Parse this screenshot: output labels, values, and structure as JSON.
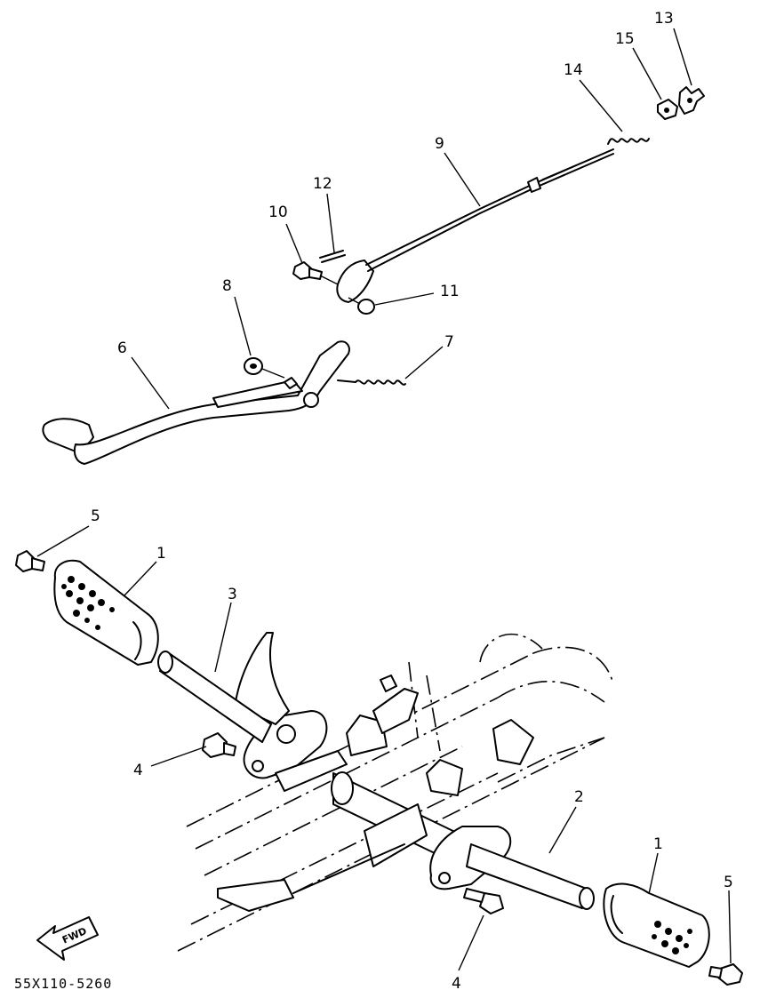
{
  "diagram": {
    "callouts": [
      {
        "id": "c13",
        "label": "13"
      },
      {
        "id": "c15",
        "label": "15"
      },
      {
        "id": "c14",
        "label": "14"
      },
      {
        "id": "c9",
        "label": "9"
      },
      {
        "id": "c12",
        "label": "12"
      },
      {
        "id": "c10",
        "label": "10"
      },
      {
        "id": "c11",
        "label": "11"
      },
      {
        "id": "c8",
        "label": "8"
      },
      {
        "id": "c6",
        "label": "6"
      },
      {
        "id": "c7",
        "label": "7"
      },
      {
        "id": "c5a",
        "label": "5"
      },
      {
        "id": "c1a",
        "label": "1"
      },
      {
        "id": "c3",
        "label": "3"
      },
      {
        "id": "c4a",
        "label": "4"
      },
      {
        "id": "c2",
        "label": "2"
      },
      {
        "id": "c1b",
        "label": "1"
      },
      {
        "id": "c5b",
        "label": "5"
      },
      {
        "id": "c4b",
        "label": "4"
      }
    ],
    "direction_badge": "FWD",
    "drawing_code": "55X110-5260"
  }
}
